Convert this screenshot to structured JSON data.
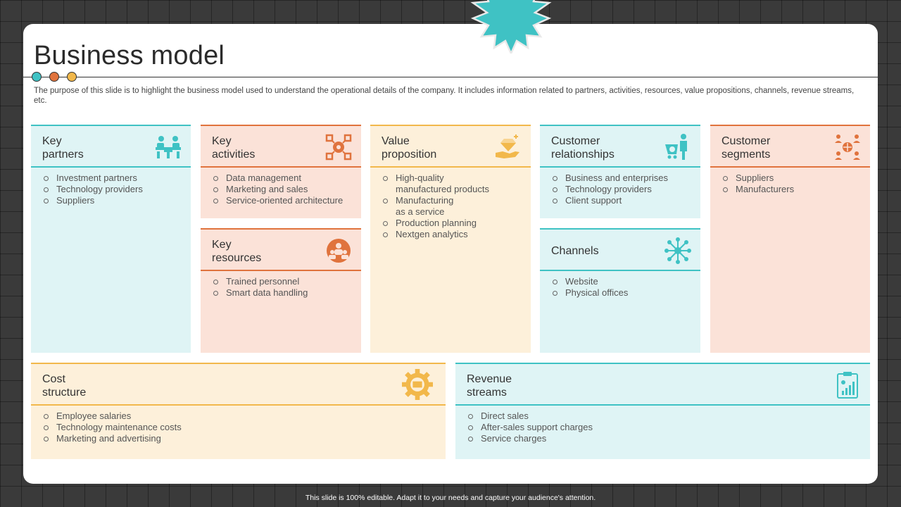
{
  "title": "Business model",
  "description": "The purpose of this slide is to highlight the business model used to understand the operational details of the company. It includes information related to partners, activities, resources, value propositions, channels, revenue streams, etc.",
  "colors": {
    "teal": "#3fc2c4",
    "orange": "#e0733d",
    "yellow": "#f2b84b"
  },
  "cards": {
    "key_partners": {
      "line1": "Key",
      "line2": "partners",
      "icon": "meeting-icon",
      "items": [
        "Investment partners",
        "Technology providers",
        "Suppliers"
      ]
    },
    "key_activities": {
      "line1": "Key",
      "line2": "activities",
      "icon": "gear-network-icon",
      "items": [
        "Data management",
        "Marketing and sales",
        "Service-oriented architecture"
      ]
    },
    "key_resources": {
      "line1": "Key",
      "line2": "resources",
      "icon": "team-gear-icon",
      "items": [
        "Trained personnel",
        "Smart data handling"
      ]
    },
    "value_proposition": {
      "line1": "Value",
      "line2": "proposition",
      "icon": "diamond-hand-icon",
      "items": [
        "High-quality",
        "manufactured products",
        "Manufacturing",
        "as a service",
        "Production planning",
        "Nextgen analytics"
      ]
    },
    "customer_relationships": {
      "line1": "Customer",
      "line2": "relationships",
      "icon": "shopper-cart-icon",
      "items": [
        "Business and enterprises",
        "Technology providers",
        "Client support"
      ]
    },
    "channels": {
      "line1": "Channels",
      "icon": "hub-network-icon",
      "items": [
        "Website",
        "Physical offices"
      ]
    },
    "customer_segments": {
      "line1": "Customer",
      "line2": "segments",
      "icon": "people-network-icon",
      "items": [
        "Suppliers",
        "Manufacturers"
      ]
    },
    "cost_structure": {
      "line1": "Cost",
      "line2": "structure",
      "icon": "money-gear-icon",
      "items": [
        "Employee salaries",
        "Technology maintenance costs",
        "Marketing and advertising"
      ]
    },
    "revenue_streams": {
      "line1": "Revenue",
      "line2": "streams",
      "icon": "clipboard-chart-icon",
      "items": [
        "Direct sales",
        "After-sales support charges",
        "Service charges"
      ]
    }
  },
  "footer": "This slide is 100% editable. Adapt it to your needs and capture your audience's attention."
}
